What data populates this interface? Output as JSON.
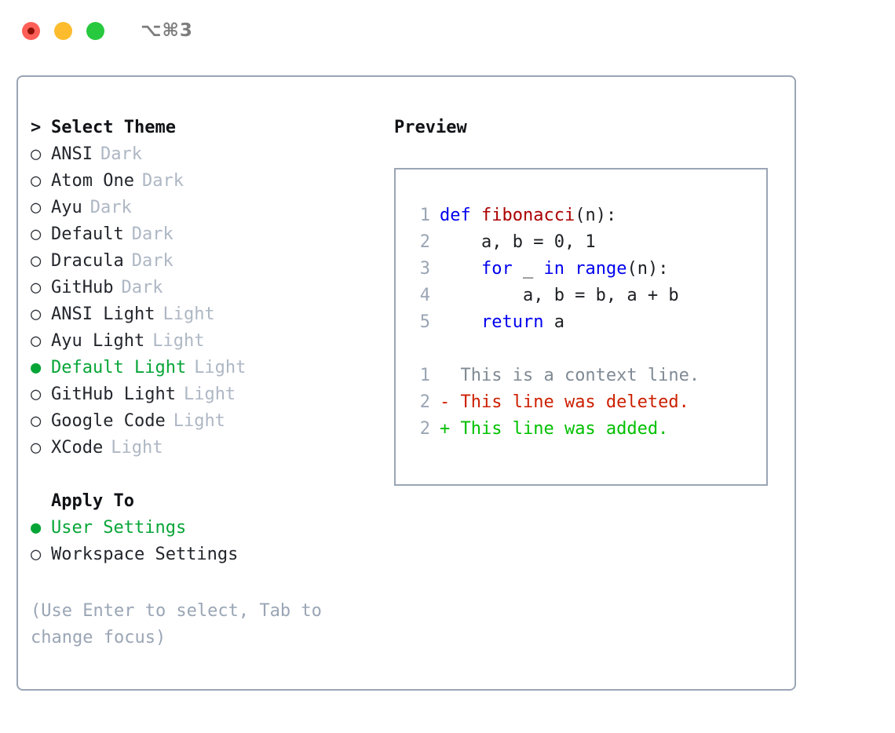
{
  "titlebar": {
    "shortcut": "⌥⌘3",
    "buttons": [
      {
        "name": "close",
        "color": "#ff5f57"
      },
      {
        "name": "minimize",
        "color": "#fdbc2e"
      },
      {
        "name": "maximize",
        "color": "#27c93f"
      }
    ]
  },
  "theme_section": {
    "heading_marker": ">",
    "heading": "Select Theme",
    "items": [
      {
        "marker": "○",
        "label": "ANSI",
        "tag": "Dark",
        "selected": false
      },
      {
        "marker": "○",
        "label": "Atom One",
        "tag": "Dark",
        "selected": false
      },
      {
        "marker": "○",
        "label": "Ayu",
        "tag": "Dark",
        "selected": false
      },
      {
        "marker": "○",
        "label": "Default",
        "tag": "Dark",
        "selected": false
      },
      {
        "marker": "○",
        "label": "Dracula",
        "tag": "Dark",
        "selected": false
      },
      {
        "marker": "○",
        "label": "GitHub",
        "tag": "Dark",
        "selected": false
      },
      {
        "marker": "○",
        "label": "ANSI Light",
        "tag": "Light",
        "selected": false
      },
      {
        "marker": "○",
        "label": "Ayu Light",
        "tag": "Light",
        "selected": false
      },
      {
        "marker": "●",
        "label": "Default Light",
        "tag": "Light",
        "selected": true
      },
      {
        "marker": "○",
        "label": "GitHub Light",
        "tag": "Light",
        "selected": false
      },
      {
        "marker": "○",
        "label": "Google Code",
        "tag": "Light",
        "selected": false
      },
      {
        "marker": "○",
        "label": "XCode",
        "tag": "Light",
        "selected": false
      }
    ]
  },
  "apply_section": {
    "heading": "Apply To",
    "items": [
      {
        "marker": "●",
        "label": "User Settings",
        "selected": true
      },
      {
        "marker": "○",
        "label": "Workspace Settings",
        "selected": false
      }
    ]
  },
  "hint": "(Use Enter to select, Tab to change focus)",
  "preview": {
    "title": "Preview",
    "code_lines": [
      {
        "lineno": "1",
        "tokens": [
          {
            "text": "def ",
            "type": "kw"
          },
          {
            "text": "fibonacci",
            "type": "fn"
          },
          {
            "text": "(n):",
            "type": "plain"
          }
        ]
      },
      {
        "lineno": "2",
        "tokens": [
          {
            "text": "    a, b = 0, 1",
            "type": "plain"
          }
        ]
      },
      {
        "lineno": "3",
        "tokens": [
          {
            "text": "    ",
            "type": "plain"
          },
          {
            "text": "for",
            "type": "kw"
          },
          {
            "text": " _ ",
            "type": "plain"
          },
          {
            "text": "in range",
            "type": "kw"
          },
          {
            "text": "(n):",
            "type": "plain"
          }
        ]
      },
      {
        "lineno": "4",
        "tokens": [
          {
            "text": "        a, b = b, a + b",
            "type": "plain"
          }
        ]
      },
      {
        "lineno": "5",
        "tokens": [
          {
            "text": "    ",
            "type": "plain"
          },
          {
            "text": "return",
            "type": "kw"
          },
          {
            "text": " a",
            "type": "plain"
          }
        ]
      }
    ],
    "diff_lines": [
      {
        "lineno": "1",
        "sign": " ",
        "text": " This is a context line.",
        "type": "ctx"
      },
      {
        "lineno": "2",
        "sign": "-",
        "text": " This line was deleted.",
        "type": "del"
      },
      {
        "lineno": "2",
        "sign": "+",
        "text": " This line was added.",
        "type": "add"
      }
    ]
  },
  "colors": {
    "selection_green": "#07a537",
    "tag_grey": "#aeb7c4",
    "border": "#9aa5b5",
    "keyword_blue": "#0000ee",
    "function_red": "#aa0000",
    "diff_delete": "#cc1f00",
    "diff_add": "#00c000",
    "diff_context": "#808a94",
    "lineno": "#9aa5b5",
    "text": "#23262c"
  }
}
